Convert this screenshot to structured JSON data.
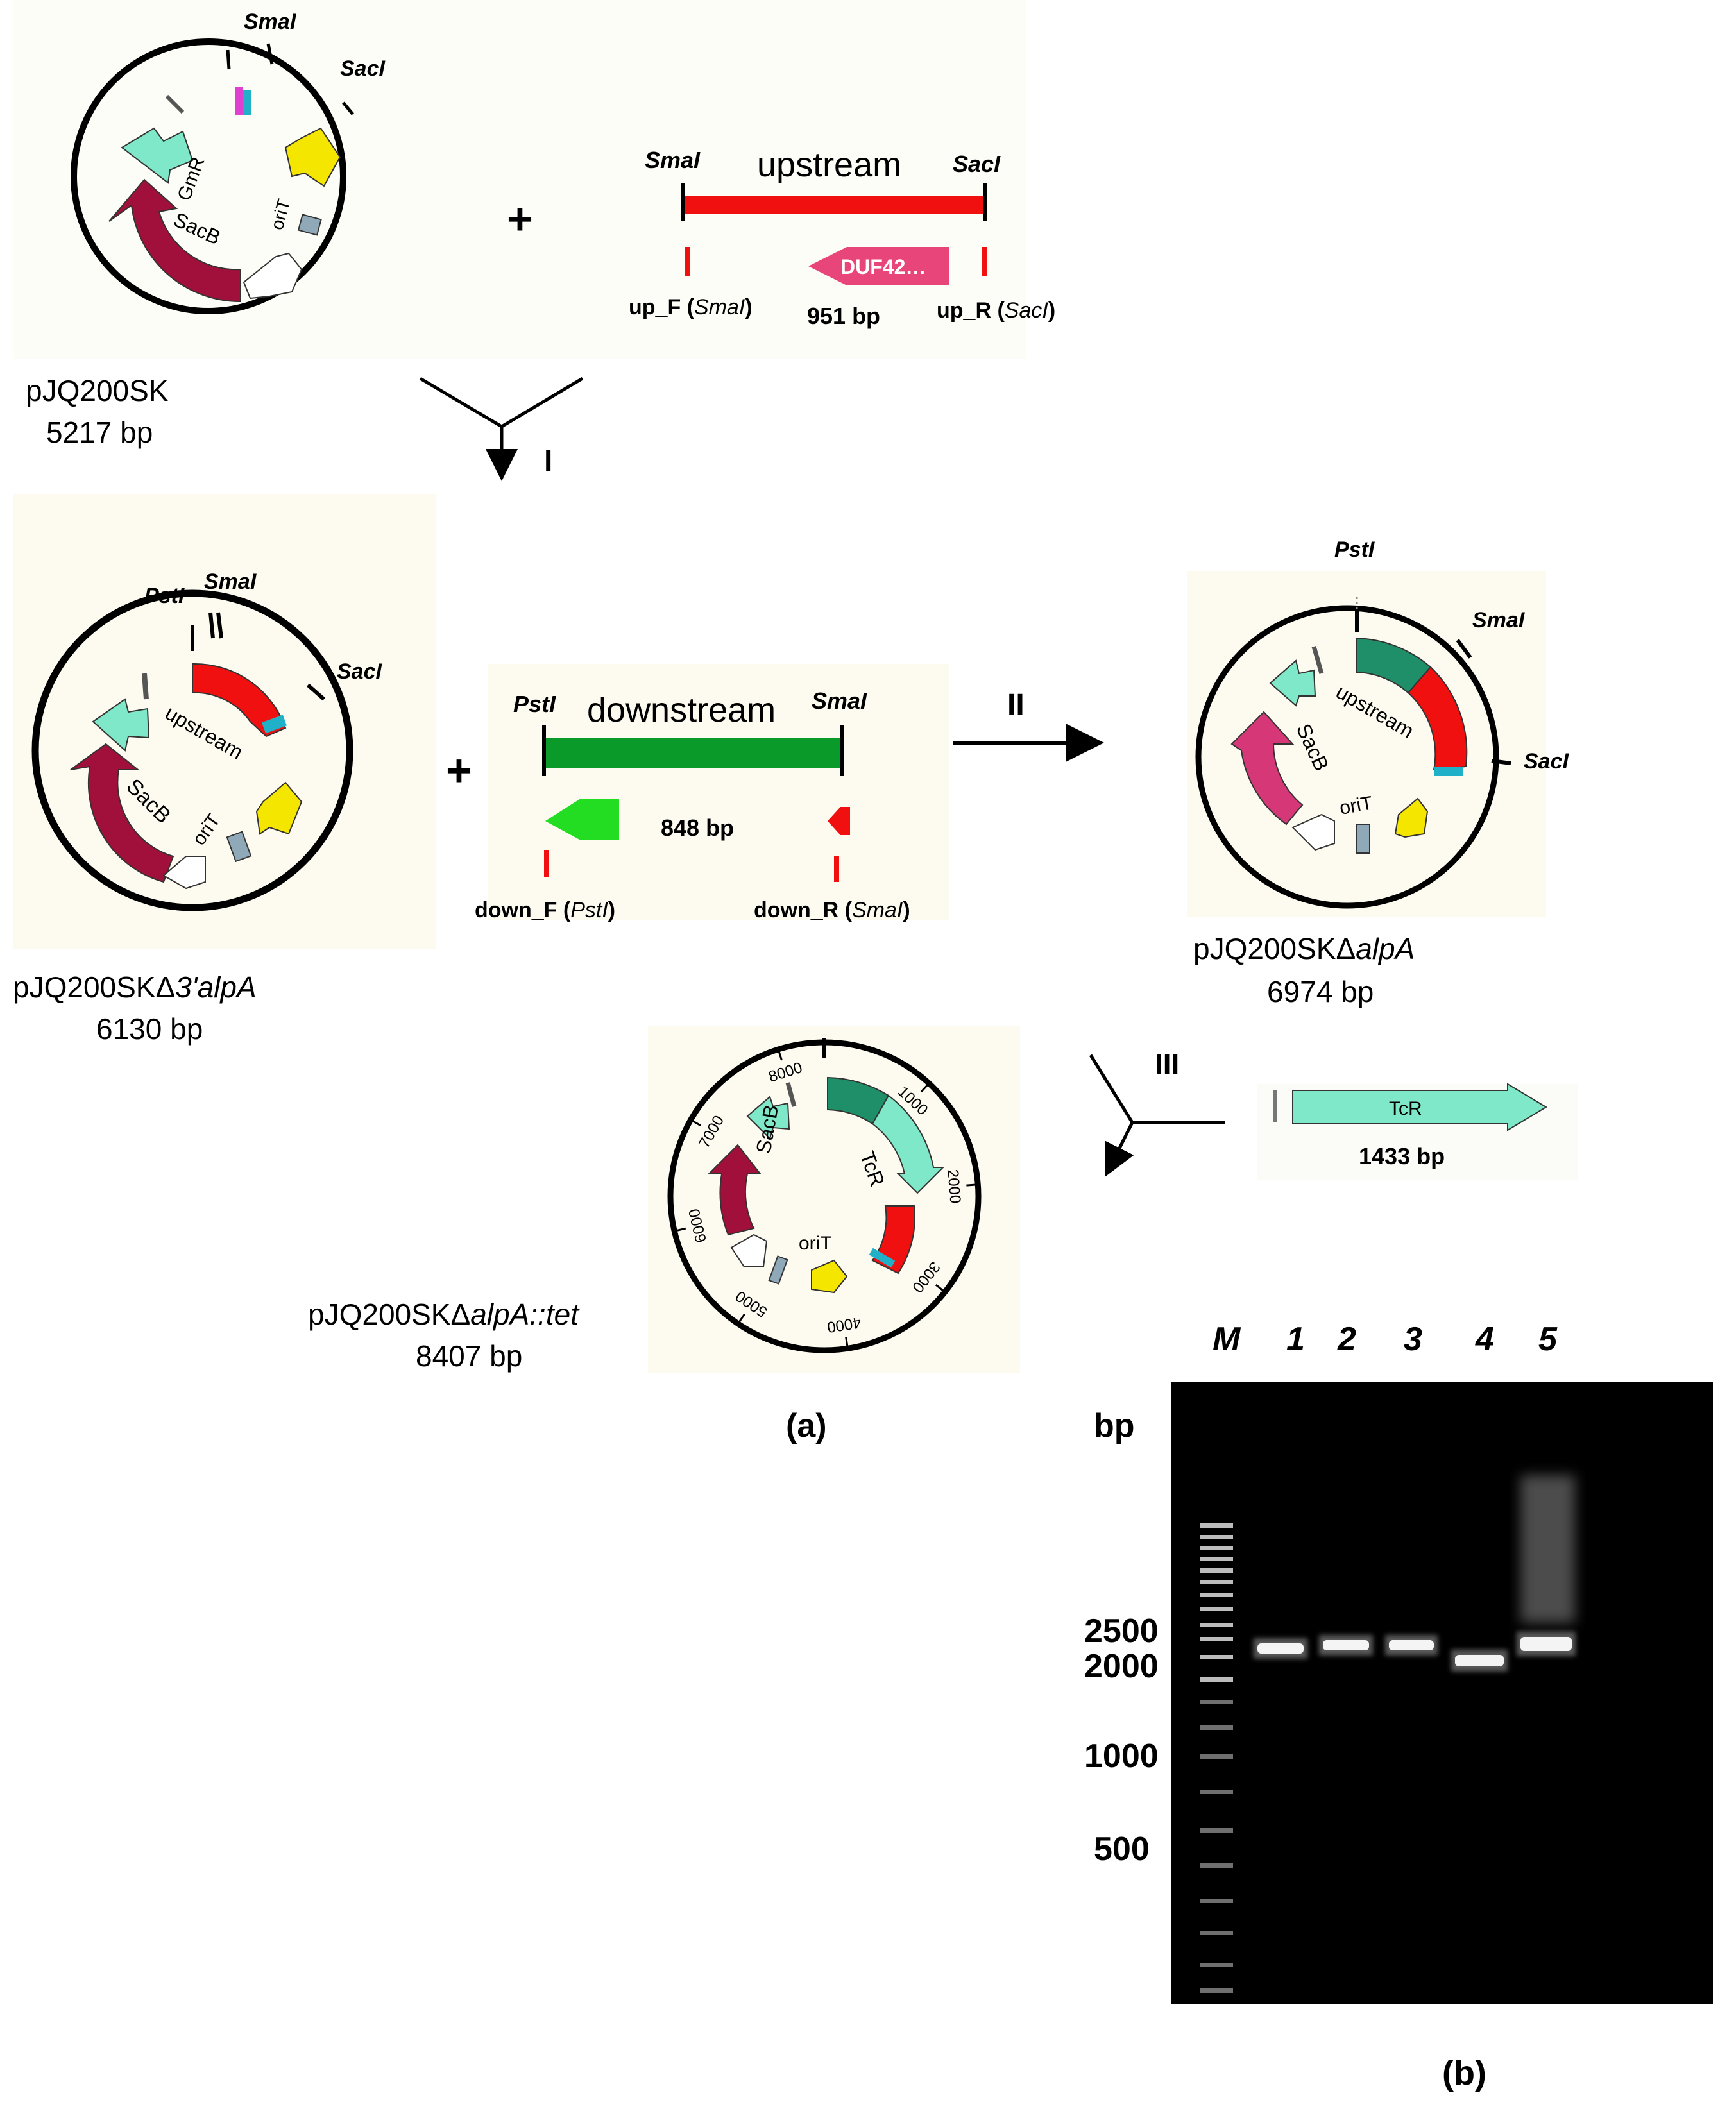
{
  "panel_labels": {
    "a": "(a)",
    "b": "(b)"
  },
  "steps": {
    "I": "I",
    "II": "II",
    "III": "III"
  },
  "plus_sign": "+",
  "enzymes": {
    "smaI": "SmaI",
    "sacI": "SacI",
    "pstI": "PstI"
  },
  "plasmid1": {
    "name": "pJQ200SK",
    "size": "5217 bp",
    "features": {
      "gmr": "GmR",
      "sacb": "SacB",
      "orit": "oriT"
    }
  },
  "upstream_fragment": {
    "label": "upstream",
    "primer_f": "up_F (",
    "primer_f_site": "SmaI",
    "primer_r": "up_R (",
    "primer_r_site": "SacI",
    "close_paren": ")",
    "gene": "DUF42…",
    "length": "951 bp"
  },
  "plasmid2": {
    "name_prefix": "pJQ200SKΔ",
    "name_italic": "3'alpA",
    "size": "6130 bp",
    "features": {
      "upstream": "upstream",
      "sacb": "SacB",
      "orit": "oriT"
    }
  },
  "downstream_fragment": {
    "label": "downstream",
    "length": "848 bp",
    "primer_f": "down_F (",
    "primer_f_site": "PstI",
    "primer_r": "down_R (",
    "primer_r_site": "SmaI",
    "close_paren": ")"
  },
  "plasmid3": {
    "name_prefix": "pJQ200SKΔ",
    "name_italic": "alpA",
    "size": "6974 bp",
    "features": {
      "upstream": "upstream",
      "sacb": "SacB",
      "orit": "oriT"
    }
  },
  "plasmid4": {
    "name_prefix": "pJQ200SKΔ",
    "name_italic": "alpA::tet",
    "size": "8407 bp",
    "features": {
      "tcr": "TcR",
      "sacb": "SacB",
      "orit": "oriT"
    },
    "ticks": [
      "1000",
      "2000",
      "3000",
      "4000",
      "5000",
      "6000",
      "7000",
      "8000"
    ]
  },
  "tcr_fragment": {
    "label": "TcR",
    "length": "1433 bp"
  },
  "gel": {
    "lanes": [
      "M",
      "1",
      "2",
      "3",
      "4",
      "5"
    ],
    "unit": "bp",
    "marker_labels": [
      "2500",
      "2000",
      "1000",
      "500"
    ]
  },
  "colors": {
    "gmr_arrow": "#7fe8c8",
    "sacb_dark": "#a0103a",
    "sacb_pink": "#d63877",
    "upstream_red": "#f01010",
    "downstream_green": "#0a9a2a",
    "bright_green": "#22dd22",
    "dark_teal": "#1f8f6a",
    "yellow_orf": "#f5e600",
    "duf_pink": "#e8457a",
    "gel_bg": "#000000"
  }
}
